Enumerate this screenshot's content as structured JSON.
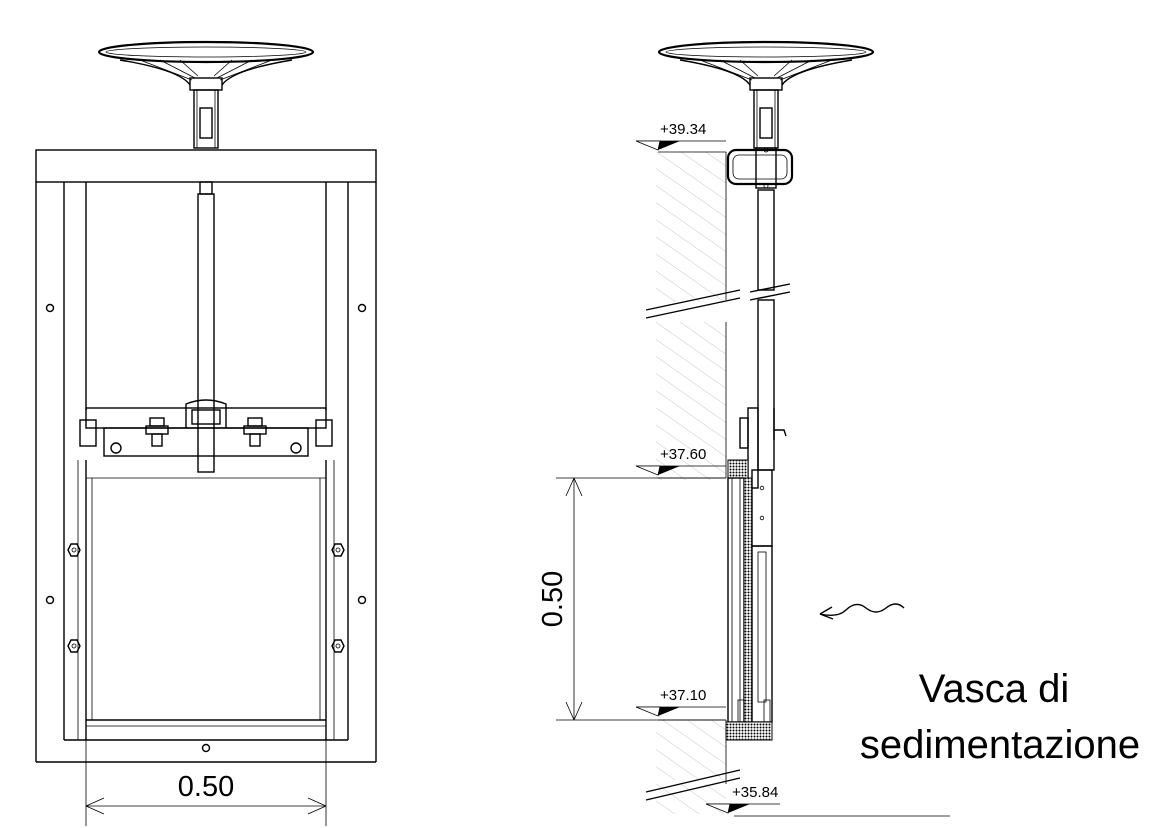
{
  "front_view": {
    "width_dimension": "0.50"
  },
  "side_view": {
    "levels": [
      {
        "label": "+39.34"
      },
      {
        "label": "+37.60"
      },
      {
        "label": "+37.10"
      },
      {
        "label": "+35.84"
      }
    ],
    "height_dimension": "0.50"
  },
  "tank_label": {
    "line1": "Vasca di",
    "line2": "sedimentazione"
  },
  "colors": {
    "line": "#000000",
    "hatch": "#c8c8c8",
    "background": "#ffffff"
  }
}
